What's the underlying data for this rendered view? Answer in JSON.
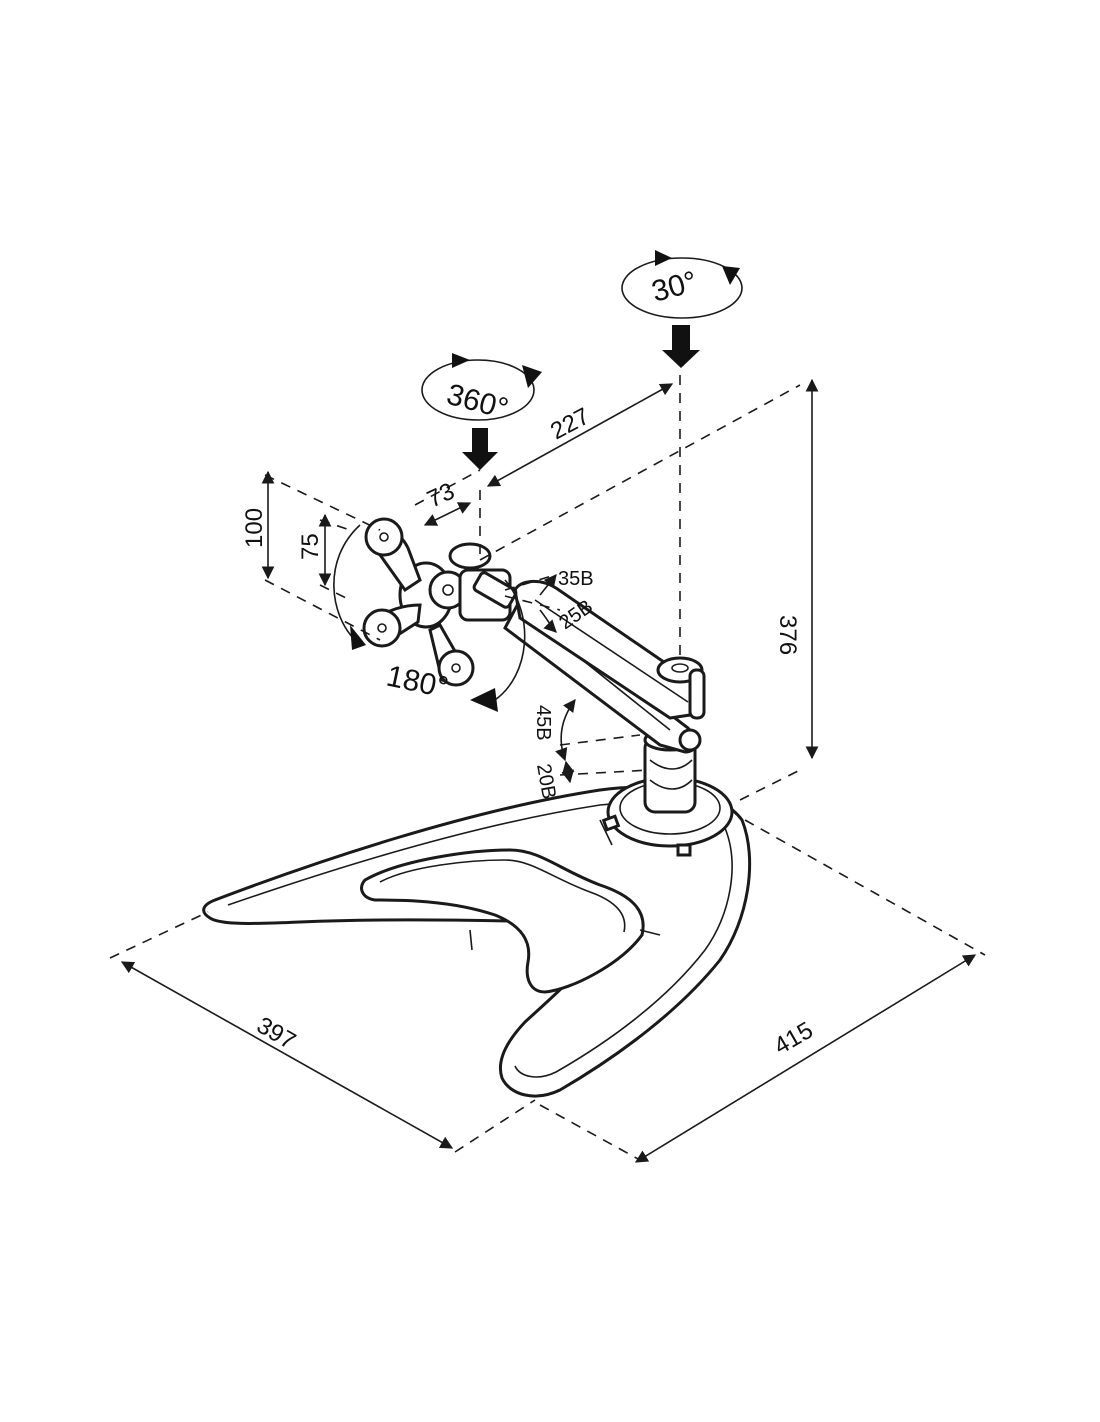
{
  "dimensions": {
    "base_depth": "397",
    "base_width": "415",
    "total_height": "376",
    "arm_reach": "227",
    "head_offset": "73",
    "vesa_large": "100",
    "vesa_small": "75"
  },
  "angles": {
    "swivel_top": "30°",
    "swivel_head": "360°",
    "rotation": "180°",
    "tilt_up": "35В",
    "tilt_down": "25В",
    "arm_up": "45В",
    "arm_down": "20В"
  },
  "colors": {
    "line": "#1a1a1a",
    "background": "#ffffff"
  }
}
